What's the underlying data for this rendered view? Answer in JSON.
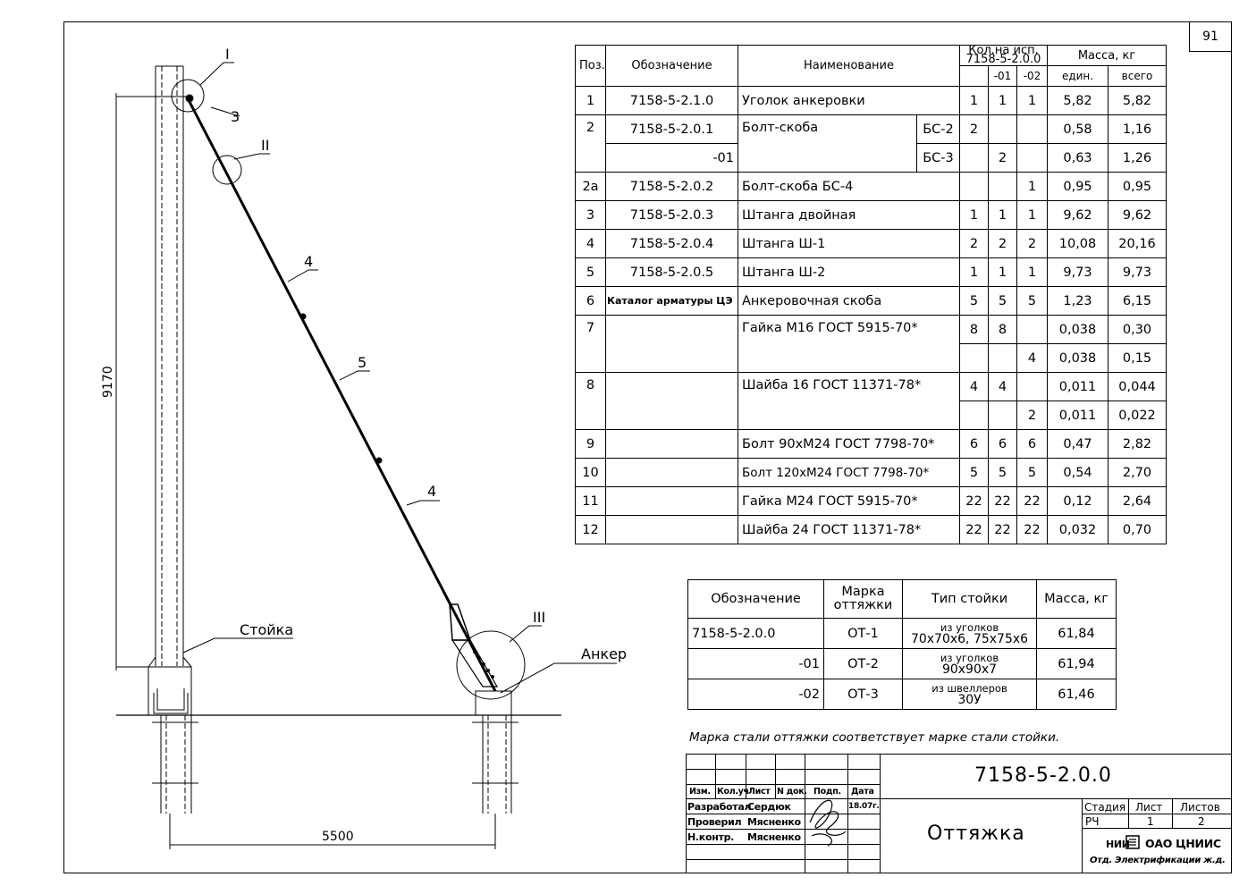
{
  "sheet_number": "91",
  "drawing": {
    "callouts": [
      "I",
      "3",
      "II",
      "4",
      "5",
      "4",
      "III"
    ],
    "labels": {
      "post": "Стойка",
      "anchor": "Анкер",
      "height_dim": "9170",
      "base_dim": "5500"
    }
  },
  "spec_table": {
    "headers": {
      "pos": "Поз.",
      "designation": "Обозначение",
      "name": "Наименование",
      "qty_group": "Кол.на исп.\n7158-5-2.0.0",
      "qty_0": "",
      "qty_01": "-01",
      "qty_02": "-02",
      "mass_group": "Масса, кг",
      "mass_unit": "един.",
      "mass_total": "всего"
    },
    "rows": {
      "r1": {
        "pos": "1",
        "des": "7158-5-2.1.0",
        "name": "Уголок анкеровки",
        "q0": "1",
        "q1": "1",
        "q2": "1",
        "unit": "5,82",
        "total": "5,82"
      },
      "r2": {
        "pos": "2",
        "des": "7158-5-2.0.1",
        "name": "Болт-скоба",
        "sub": "БС-2",
        "q0": "2",
        "q1": "",
        "q2": "",
        "unit": "0,58",
        "total": "1,16"
      },
      "r2b": {
        "des": "-01",
        "sub": "БС-3",
        "q0": "",
        "q1": "2",
        "q2": "",
        "unit": "0,63",
        "total": "1,26"
      },
      "r2a": {
        "pos": "2а",
        "des": "7158-5-2.0.2",
        "name": "Болт-скоба БС-4",
        "q0": "",
        "q1": "",
        "q2": "1",
        "unit": "0,95",
        "total": "0,95"
      },
      "r3": {
        "pos": "3",
        "des": "7158-5-2.0.3",
        "name": "Штанга двойная",
        "q0": "1",
        "q1": "1",
        "q2": "1",
        "unit": "9,62",
        "total": "9,62"
      },
      "r4": {
        "pos": "4",
        "des": "7158-5-2.0.4",
        "name": "Штанга Ш-1",
        "q0": "2",
        "q1": "2",
        "q2": "2",
        "unit": "10,08",
        "total": "20,16"
      },
      "r5": {
        "pos": "5",
        "des": "7158-5-2.0.5",
        "name": "Штанга Ш-2",
        "q0": "1",
        "q1": "1",
        "q2": "1",
        "unit": "9,73",
        "total": "9,73"
      },
      "r6": {
        "pos": "6",
        "des": "Каталог арматуры ЦЭ",
        "name": "Анкеровочная скоба",
        "q0": "5",
        "q1": "5",
        "q2": "5",
        "unit": "1,23",
        "total": "6,15"
      },
      "r7": {
        "pos": "7",
        "des": "",
        "name": "Гайка М16 ГОСТ 5915-70*",
        "q0": "8",
        "q1": "8",
        "q2": "",
        "unit": "0,038",
        "total": "0,30"
      },
      "r7b": {
        "q0": "",
        "q1": "",
        "q2": "4",
        "unit": "0,038",
        "total": "0,15"
      },
      "r8": {
        "pos": "8",
        "des": "",
        "name": "Шайба 16 ГОСТ 11371-78*",
        "q0": "4",
        "q1": "4",
        "q2": "",
        "unit": "0,011",
        "total": "0,044"
      },
      "r8b": {
        "q0": "",
        "q1": "",
        "q2": "2",
        "unit": "0,011",
        "total": "0,022"
      },
      "r9": {
        "pos": "9",
        "des": "",
        "name": "Болт 90хМ24 ГОСТ 7798-70*",
        "q0": "6",
        "q1": "6",
        "q2": "6",
        "unit": "0,47",
        "total": "2,82"
      },
      "r10": {
        "pos": "10",
        "des": "",
        "name": "Болт 120хМ24 ГОСТ 7798-70*",
        "q0": "5",
        "q1": "5",
        "q2": "5",
        "unit": "0,54",
        "total": "2,70"
      },
      "r11": {
        "pos": "11",
        "des": "",
        "name": "Гайка М24 ГОСТ 5915-70*",
        "q0": "22",
        "q1": "22",
        "q2": "22",
        "unit": "0,12",
        "total": "2,64"
      },
      "r12": {
        "pos": "12",
        "des": "",
        "name": "Шайба 24 ГОСТ 11371-78*",
        "q0": "22",
        "q1": "22",
        "q2": "22",
        "unit": "0,032",
        "total": "0,70"
      }
    }
  },
  "marks_table": {
    "headers": {
      "des": "Обозначение",
      "mark": "Марка оттяжки",
      "type": "Тип стойки",
      "mass": "Масса, кг"
    },
    "rows": {
      "m1": {
        "des": "7158-5-2.0.0",
        "mark": "ОТ-1",
        "type1": "из уголков",
        "type2": "70х70х6, 75х75х6",
        "mass": "61,84"
      },
      "m2": {
        "des": "-01",
        "mark": "ОТ-2",
        "type1": "из уголков",
        "type2": "90х90х7",
        "mass": "61,94"
      },
      "m3": {
        "des": "-02",
        "mark": "ОТ-3",
        "type1": "из швеллеров",
        "type2": "30У",
        "mass": "61,46"
      }
    }
  },
  "note": "Марка стали оттяжки соответствует марке стали стойки.",
  "title_block": {
    "doc_number": "7158-5-2.0.0",
    "title": "Оттяжка",
    "hdr_izm": "Изм.",
    "hdr_koluch": "Кол.уч",
    "hdr_list": "Лист",
    "hdr_ndok": "N док.",
    "hdr_podp": "Подп.",
    "hdr_data": "Дата",
    "role1": "Разработал",
    "name1": "Сердюк",
    "date1": "18.07г.",
    "role2": "Проверил",
    "name2": "Мясненко",
    "role3": "Н.контр.",
    "name3": "Мясненко",
    "stage_h": "Стадия",
    "sheet_h": "Лист",
    "sheets_h": "Листов",
    "stage": "РЧ",
    "sheet": "1",
    "sheets": "2",
    "org1": "НИИ",
    "org2": "ОАО ЦНИИС",
    "org3": "Отд. Электрификации ж.д."
  }
}
